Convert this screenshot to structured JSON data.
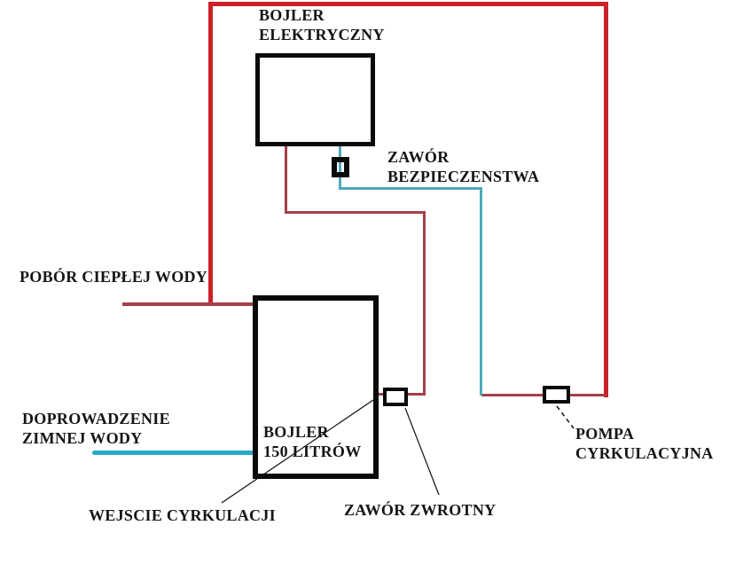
{
  "labels": {
    "electric_boiler": {
      "line1": "BOJLER",
      "line2": "ELEKTRYCZNY"
    },
    "safety_valve": {
      "line1": "ZAWÓR",
      "line2": "BEZPIECZENSTWA"
    },
    "hot_water_draw": "POBÓR CIEPŁEJ WODY",
    "cold_water_supply": {
      "line1": "DOPROWADZENIE",
      "line2": "ZIMNEJ WODY"
    },
    "boiler_150": {
      "line1": "BOJLER",
      "line2": "150 LITRÓW"
    },
    "circulation_inlet": "WEJSCIE CYRKULACJI",
    "check_valve": "ZAWÓR ZWROTNY",
    "circulation_pump": {
      "line1": "POMPA",
      "line2": "CYRKULACYJNA"
    }
  },
  "palette": {
    "pipe_hot_main": "#cc2129",
    "pipe_hot_branch": "#a5404a",
    "pipe_cold_thin": "#4fa9ba",
    "pipe_cold_thick": "#29a9c6",
    "outline": "#0a0a0a",
    "background": "#ffffff"
  }
}
